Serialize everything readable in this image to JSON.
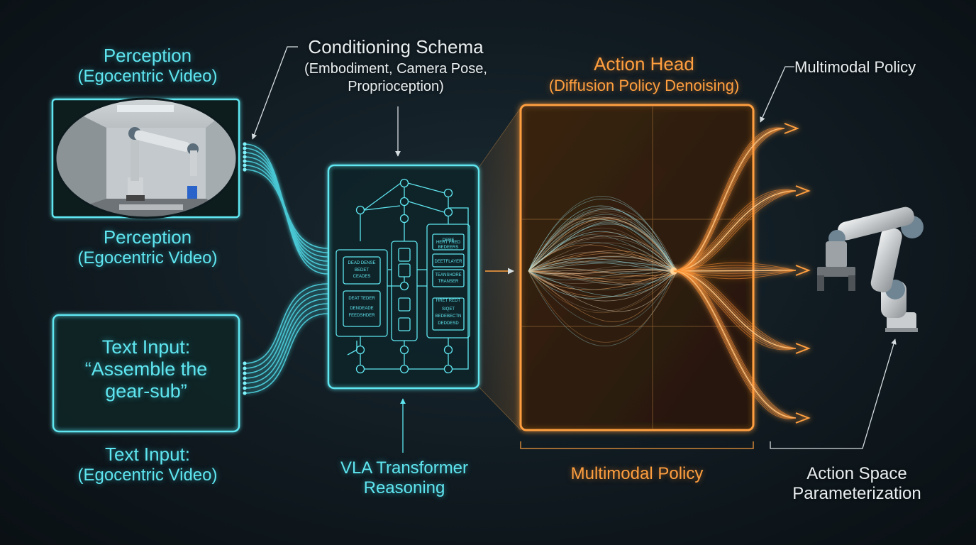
{
  "labels": {
    "perception_top": {
      "title": "Perception",
      "subtitle": "(Egocentric Video)"
    },
    "perception_bottom": {
      "title": "Perception",
      "subtitle": "(Egocentric Video)"
    },
    "text_box": {
      "line1": "Text Input:",
      "line2": "“Assemble the",
      "line3": "gear-sub”"
    },
    "text_input_bottom": {
      "title": "Text Input:",
      "subtitle": "(Egocentric Video)"
    },
    "conditioning": {
      "title": "Conditioning Schema",
      "line2": "(Embodiment, Camera Pose,",
      "line3": "Proprioception)"
    },
    "vla": {
      "line1": "VLA Transformer",
      "line2": "Reasoning"
    },
    "action_head": {
      "title": "Action Head",
      "subtitle": "(Diffusion Policy Denoising)"
    },
    "multimodal_bottom": "Multimodal Policy",
    "multimodal_top_right": "Multimodal Policy",
    "action_space": {
      "line1": "Action Space",
      "line2": "Parameterization"
    }
  },
  "transformer_blocks": [
    {
      "lines": [
        "DEAD DENSE",
        "BEDET",
        "CEADES"
      ]
    },
    {
      "lines": [
        "DEAT TEDER",
        "DENDEADE",
        "FEEDSHDER"
      ]
    },
    {
      "lines": [
        "HERT FRED"
      ]
    },
    {
      "lines": [
        "DERE",
        "BEDEERS"
      ]
    },
    {
      "lines": [
        "DEETFLAYER"
      ]
    },
    {
      "lines": [
        "TEANSHORE",
        "TRANSER"
      ]
    },
    {
      "lines": [
        "HRET REDT"
      ]
    },
    {
      "lines": [
        "SIQET",
        "BEDEBECTN",
        "DEDDESD"
      ]
    }
  ],
  "colors": {
    "cyan": "#5fe6f0",
    "orange": "#ff9f3f",
    "background": "#101a20",
    "white": "#e9eef0"
  },
  "icons": [
    "robot-arm-icon",
    "camera-frame-image",
    "arrow-icon"
  ]
}
